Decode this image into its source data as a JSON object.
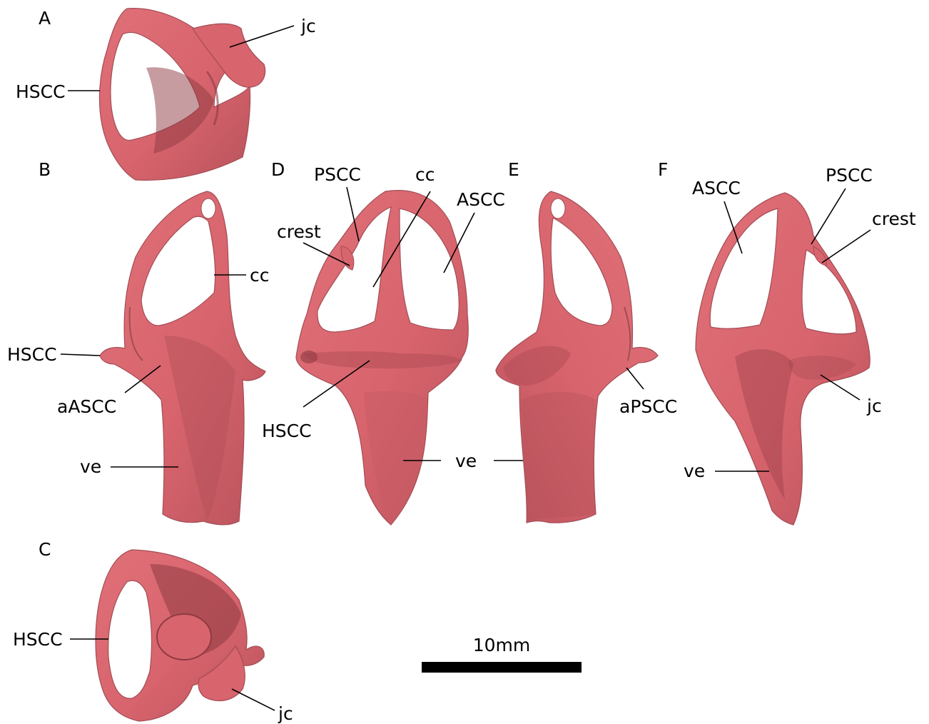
{
  "colors": {
    "specimen_fill": "#d8646d",
    "specimen_shade": "#b24f58",
    "specimen_dark": "#8e3a42",
    "hole": "#ffffff",
    "text": "#000000",
    "scale_bar": "#000000"
  },
  "panels": {
    "A": {
      "letter": "A",
      "labels": {
        "jc": "jc",
        "hscc": "HSCC"
      }
    },
    "B": {
      "letter": "B",
      "labels": {
        "cc": "cc",
        "hscc": "HSCC",
        "aascc": "aASCC",
        "ve": "ve"
      }
    },
    "C": {
      "letter": "C",
      "labels": {
        "hscc": "HSCC",
        "jc": "jc"
      }
    },
    "D": {
      "letter": "D",
      "labels": {
        "pscc": "PSCC",
        "cc": "cc",
        "ascc": "ASCC",
        "crest": "crest",
        "hscc": "HSCC"
      }
    },
    "E": {
      "letter": "E",
      "labels": {
        "apscc": "aPSCC"
      }
    },
    "F": {
      "letter": "F",
      "labels": {
        "ascc": "ASCC",
        "pscc": "PSCC",
        "crest": "crest",
        "jc": "jc",
        "ve": "ve"
      }
    },
    "shared": {
      "ve": "ve"
    }
  },
  "scale_bar": {
    "label": "10mm"
  }
}
